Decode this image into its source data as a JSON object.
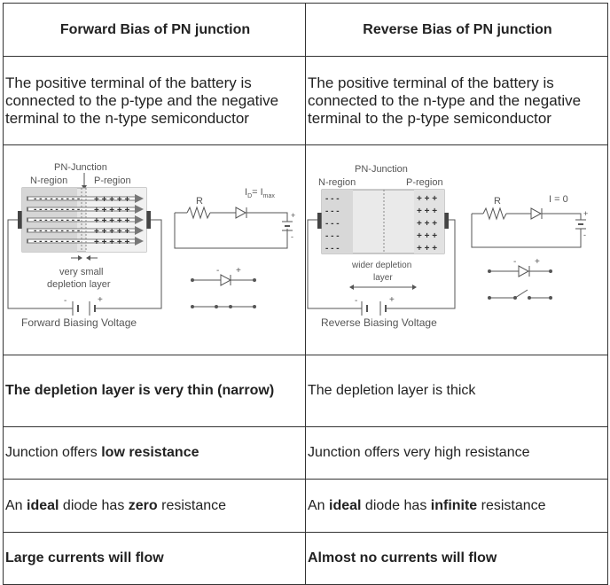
{
  "headers": {
    "forward": "Forward Bias of PN junction",
    "reverse": "Reverse Bias of PN junction"
  },
  "description": {
    "forward": "The positive terminal of the battery is connected to the p-type and the negative terminal to the n-type semiconductor",
    "reverse": "The positive terminal of the battery is connected to the n-type and the negative terminal to the p-type semiconductor"
  },
  "forward_diagram": {
    "pn_junction": "PN-Junction",
    "n_region": "N-region",
    "p_region": "P-region",
    "resistor": "R",
    "current": "I",
    "current_sub": "D",
    "current_eq": "= I",
    "current_max": "max",
    "depletion_line1": "very small",
    "depletion_line2": "depletion layer",
    "minus": "-",
    "plus": "+",
    "caption": "Forward Biasing Voltage"
  },
  "reverse_diagram": {
    "pn_junction": "PN-Junction",
    "n_region": "N-region",
    "p_region": "P-region",
    "resistor": "R",
    "current": "I = 0",
    "depletion_line1": "wider depletion",
    "depletion_line2": "layer",
    "minus": "-",
    "plus": "+",
    "caption": "Reverse Biasing Voltage"
  },
  "rows": {
    "depletion": {
      "forward": "The depletion layer is very thin (narrow)",
      "reverse": "The depletion layer is thick"
    },
    "junction": {
      "forward_pre": "Junction offers ",
      "forward_bold": "low resistance",
      "reverse": "Junction offers very high resistance"
    },
    "ideal": {
      "forward_pre": "An ",
      "forward_b1": "ideal",
      "forward_mid": " diode has ",
      "forward_b2": "zero",
      "forward_post": " resistance",
      "reverse_pre": "An ",
      "reverse_b1": "ideal",
      "reverse_mid": " diode has ",
      "reverse_b2": "infinite",
      "reverse_post": " resistance"
    },
    "currents": {
      "forward": "Large currents will flow",
      "reverse": "Almost no currents will flow"
    }
  }
}
